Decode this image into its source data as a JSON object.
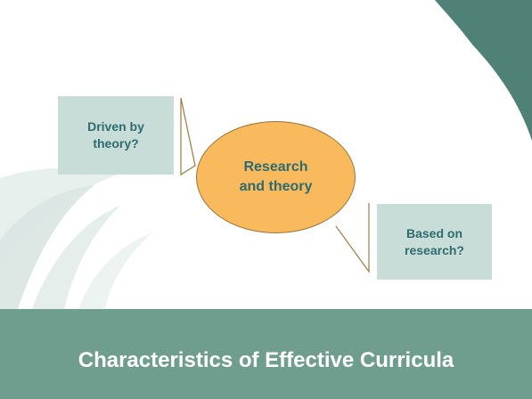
{
  "callouts": {
    "left": {
      "line1": "Driven by",
      "line2": "theory?"
    },
    "right": {
      "line1": "Based on",
      "line2": "research?"
    }
  },
  "center": {
    "line1": "Research",
    "line2": "and theory"
  },
  "title": "Characteristics of Effective Curricula",
  "colors": {
    "title_band": "#6f9e8f",
    "callout_box": "#c8ddd7",
    "ellipse_fill": "#f9b95d",
    "text_teal": "#2e6b6f",
    "corner_accent": "#4f8176",
    "connector": "#a07a3e"
  }
}
